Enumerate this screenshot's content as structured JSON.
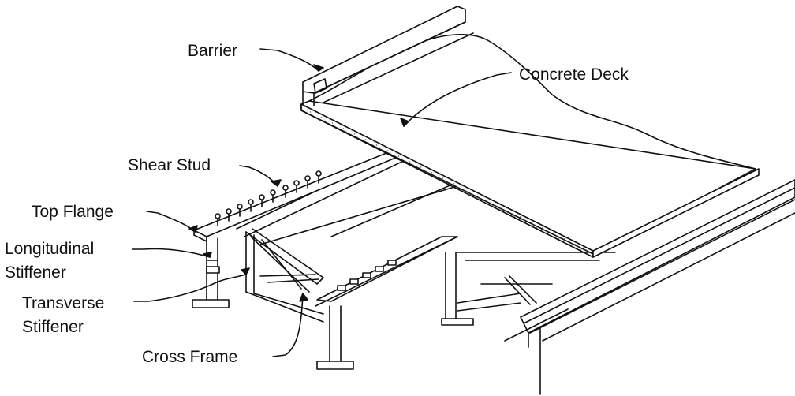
{
  "labels": {
    "barrier": "Barrier",
    "concrete_deck": "Concrete Deck",
    "shear_stud": "Shear Stud",
    "top_flange": "Top Flange",
    "longitudinal_line1": "Longitudinal",
    "longitudinal_line2": "Stiffener",
    "transverse_line1": "Transverse",
    "transverse_line2": "Stiffener",
    "cross_frame": "Cross Frame"
  },
  "colors": {
    "ink": "#111111",
    "background": "#ffffff",
    "concrete_speckle": "#555555"
  }
}
